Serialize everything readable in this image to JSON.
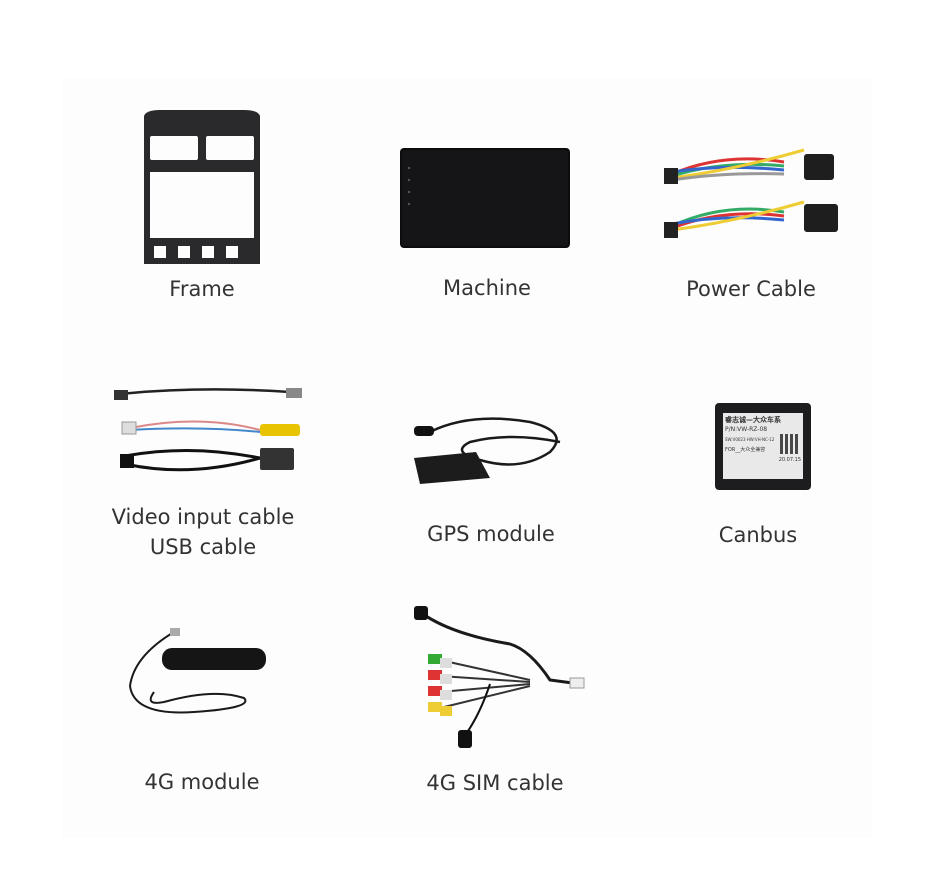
{
  "items": [
    {
      "label": "Frame",
      "icon": "dash-frame"
    },
    {
      "label": "Machine",
      "icon": "head-unit-screen"
    },
    {
      "label": "Power Cable",
      "icon": "wiring-harness"
    },
    {
      "label_line1": "Video input cable",
      "label_line2": "USB cable",
      "icon": "video-usb-cables"
    },
    {
      "label": "GPS module",
      "icon": "gps-antenna"
    },
    {
      "label": "Canbus",
      "icon": "canbus-box",
      "sticker": {
        "title": "睿志诚—大众车系",
        "pn": "P/N:VW-RZ-08",
        "line3": "SW:V0023 HW:VH-NC-12",
        "line4": "FOR__大众全兼容",
        "date": "20.07.15"
      }
    },
    {
      "label": "4G module",
      "icon": "4g-antenna"
    },
    {
      "label": "4G SIM cable",
      "icon": "sim-rca-cable"
    }
  ]
}
